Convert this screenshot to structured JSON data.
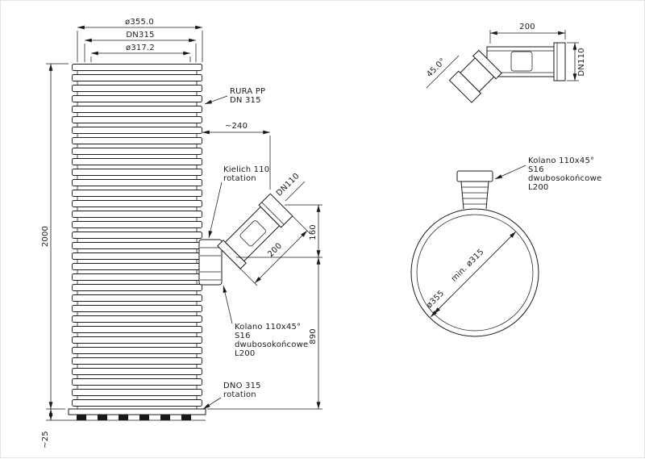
{
  "style": {
    "ink_color": "#1a1a1a",
    "paper_color": "#ffffff"
  },
  "front_view": {
    "dims": {
      "outer_dia": "ø355.0",
      "dn": "DN315",
      "inner_dia": "ø317.2",
      "height": "2000",
      "base": "~25",
      "offset": "~240",
      "branch_dn": "DN110",
      "elbow_len": "200",
      "rise": "160",
      "invert": "890"
    },
    "labels": {
      "pipe": [
        "RURA PP",
        "DN 315"
      ],
      "socket": [
        "Kielich 110",
        "rotation"
      ],
      "elbow": [
        "Kolano 110x45°",
        "S16",
        "dwubosokońcowe",
        "L200"
      ],
      "bottom": [
        "DNO 315",
        "rotation"
      ]
    }
  },
  "elbow_view": {
    "dims": {
      "length": "200",
      "dn": "DN110",
      "angle": "45.0°"
    }
  },
  "top_view": {
    "labels": {
      "elbow": [
        "Kolano 110x45°",
        "S16",
        "dwubosokońcowe",
        "L200"
      ]
    },
    "dims": {
      "min_dia": "min. ø315",
      "outer_dia": "ø355"
    }
  }
}
